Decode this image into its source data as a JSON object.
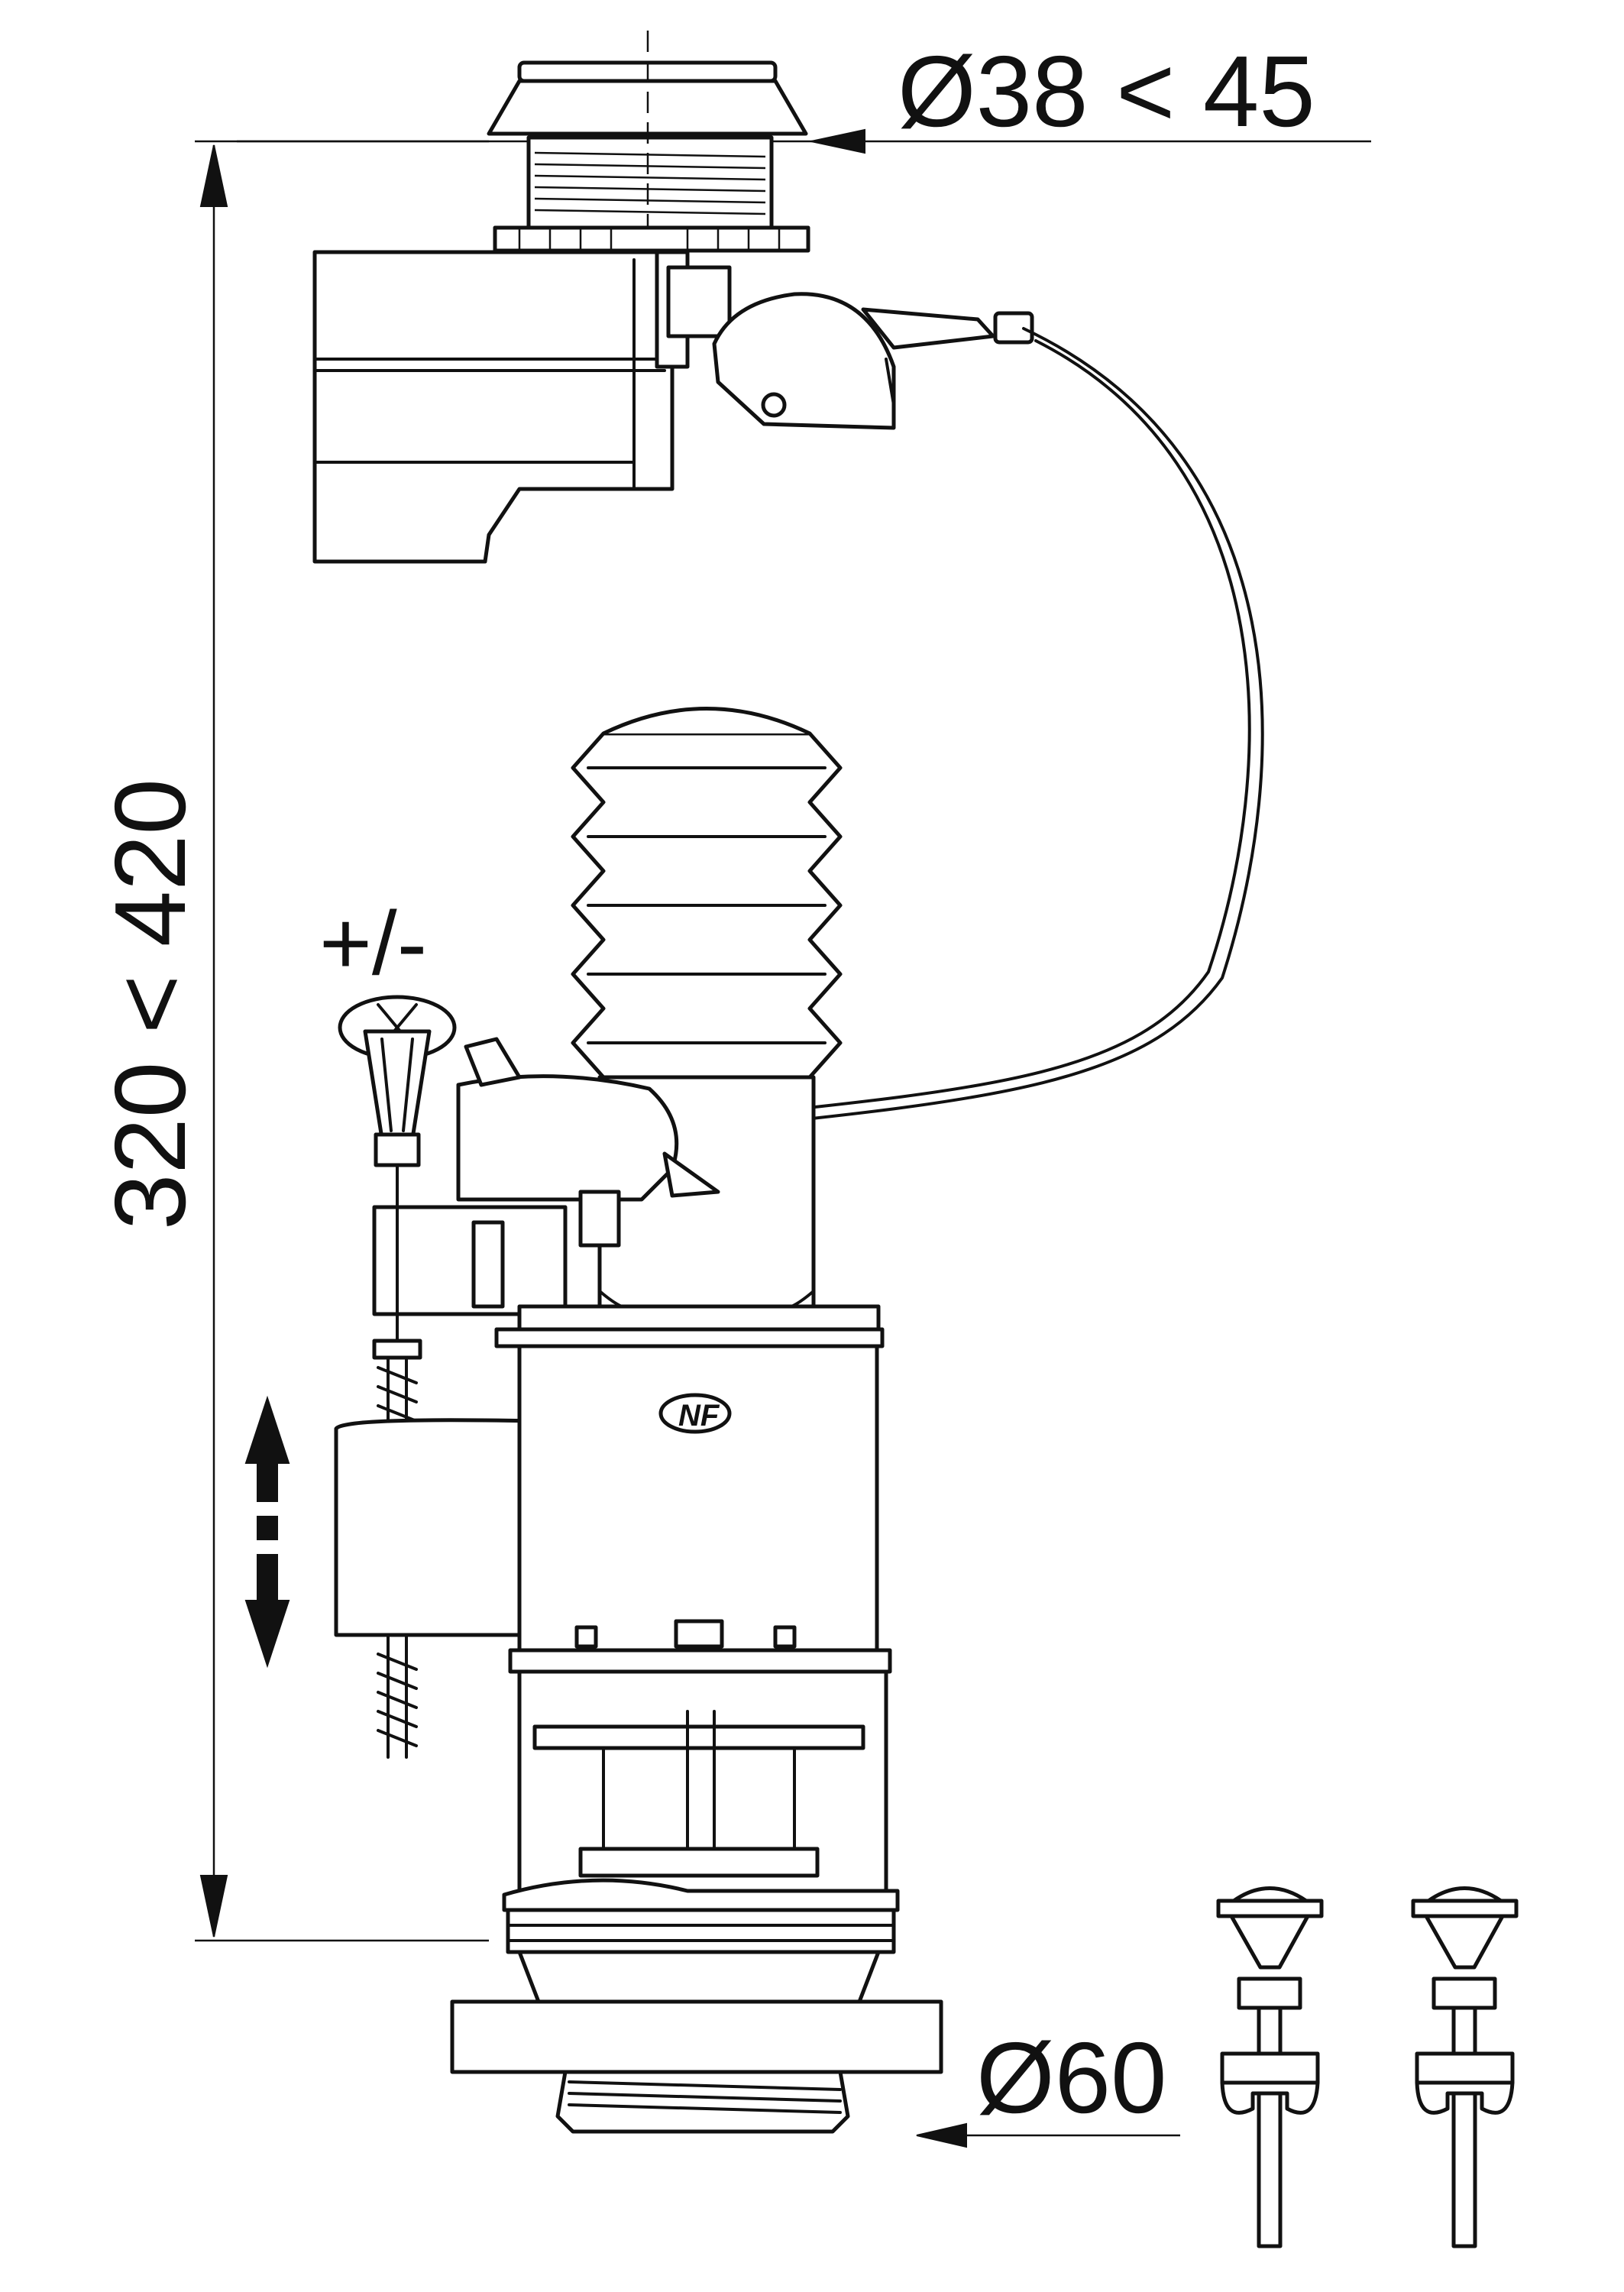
{
  "dimensions": {
    "button_diameter": "Ø38 < 45",
    "total_height": "320 < 420",
    "outlet_diameter": "Ø60",
    "height_adjust": "+/-"
  },
  "marks": {
    "certification_logo": "NF"
  },
  "colors": {
    "line": "#111111",
    "background": "#ffffff"
  }
}
